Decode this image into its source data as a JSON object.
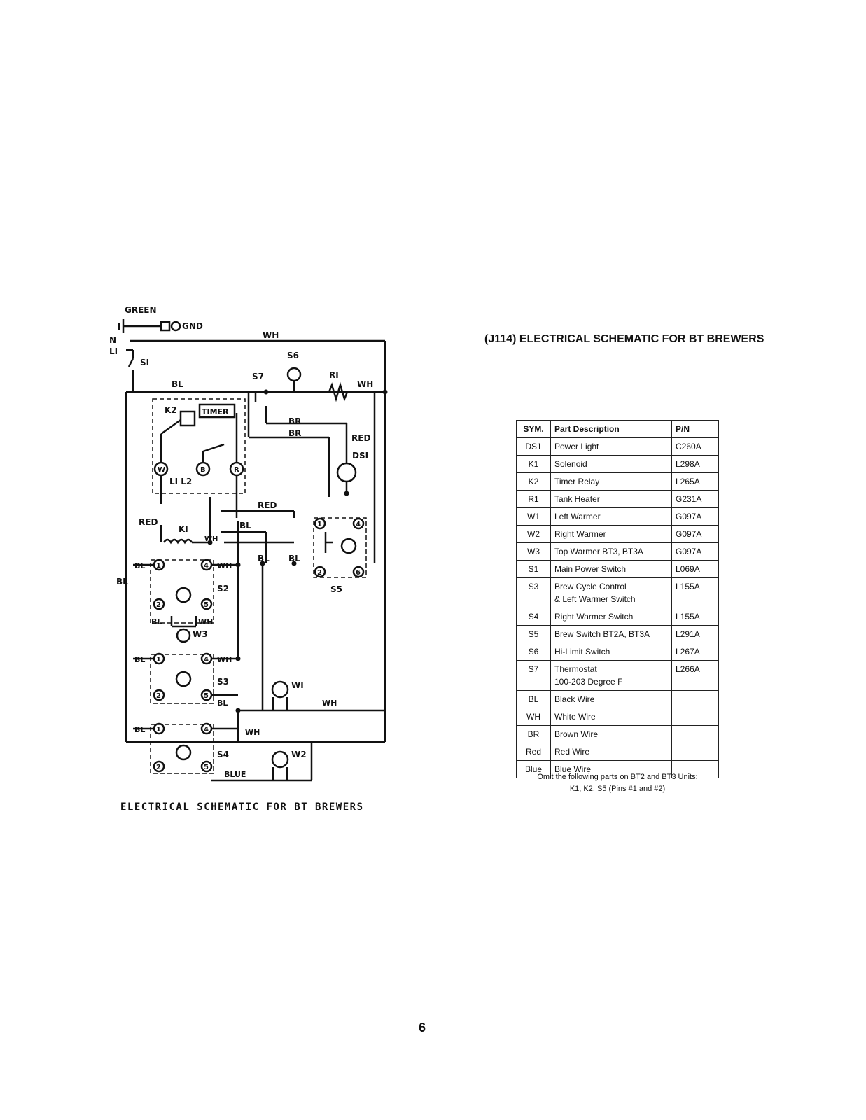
{
  "page": {
    "number": "6"
  },
  "schematic": {
    "caption": "ELECTRICAL SCHEMATIC FOR BT BREWERS",
    "labels": {
      "green": "GREEN",
      "gnd": "GND",
      "n": "N",
      "l1": "LI",
      "s1": "SI",
      "wh": "WH",
      "bl": "BL",
      "br": "BR",
      "red": "RED",
      "blue": "BLUE",
      "s6": "S6",
      "s7": "S7",
      "r1": "RI",
      "k2": "K2",
      "timer": "TIMER",
      "ds1": "DSI",
      "l1l2": "LI L2",
      "k1": "KI",
      "s2": "S2",
      "s3": "S3",
      "s4": "S4",
      "s5": "S5",
      "w1": "WI",
      "w2": "W2",
      "w3": "W3",
      "pin_w": "W",
      "pin_b": "B",
      "pin_r": "R",
      "n1": "1",
      "n2": "2",
      "n4": "4",
      "n5": "5",
      "n6": "6"
    }
  },
  "parts_table": {
    "title": "(J114) ELECTRICAL SCHEMATIC FOR BT BREWERS",
    "headers": {
      "sym": "SYM.",
      "desc": "Part Description",
      "pn": "P/N"
    },
    "rows": [
      {
        "sym": "DS1",
        "desc": "Power Light",
        "desc2": "",
        "pn": "C260A"
      },
      {
        "sym": "K1",
        "desc": "Solenoid",
        "desc2": "",
        "pn": "L298A"
      },
      {
        "sym": "K2",
        "desc": "Timer Relay",
        "desc2": "",
        "pn": "L265A"
      },
      {
        "sym": "R1",
        "desc": "Tank Heater",
        "desc2": "",
        "pn": "G231A"
      },
      {
        "sym": "W1",
        "desc": "Left Warmer",
        "desc2": "",
        "pn": "G097A"
      },
      {
        "sym": "W2",
        "desc": "Right Warmer",
        "desc2": "",
        "pn": "G097A"
      },
      {
        "sym": "W3",
        "desc": "Top Warmer BT3, BT3A",
        "desc2": "",
        "pn": "G097A"
      },
      {
        "sym": "S1",
        "desc": "Main Power Switch",
        "desc2": "",
        "pn": "L069A"
      },
      {
        "sym": "S3",
        "desc": "Brew Cycle Control",
        "desc2": "& Left Warmer Switch",
        "pn": "L155A"
      },
      {
        "sym": "S4",
        "desc": "Right Warmer Switch",
        "desc2": "",
        "pn": "L155A"
      },
      {
        "sym": "S5",
        "desc": "Brew Switch BT2A, BT3A",
        "desc2": "",
        "pn": "L291A"
      },
      {
        "sym": "S6",
        "desc": "Hi-Limit Switch",
        "desc2": "",
        "pn": "L267A"
      },
      {
        "sym": "S7",
        "desc": "Thermostat",
        "desc2": "100-203 Degree F",
        "pn": "L266A"
      },
      {
        "sym": "BL",
        "desc": "Black Wire",
        "desc2": "",
        "pn": ""
      },
      {
        "sym": "WH",
        "desc": "White Wire",
        "desc2": "",
        "pn": ""
      },
      {
        "sym": "BR",
        "desc": "Brown Wire",
        "desc2": "",
        "pn": ""
      },
      {
        "sym": "Red",
        "desc": "Red Wire",
        "desc2": "",
        "pn": ""
      },
      {
        "sym": "Blue",
        "desc": "Blue Wire",
        "desc2": "",
        "pn": ""
      }
    ],
    "note_line1": "Omit the following parts on BT2 and BT3 Units:",
    "note_line2": "K1, K2, S5 (Pins #1 and #2)"
  }
}
